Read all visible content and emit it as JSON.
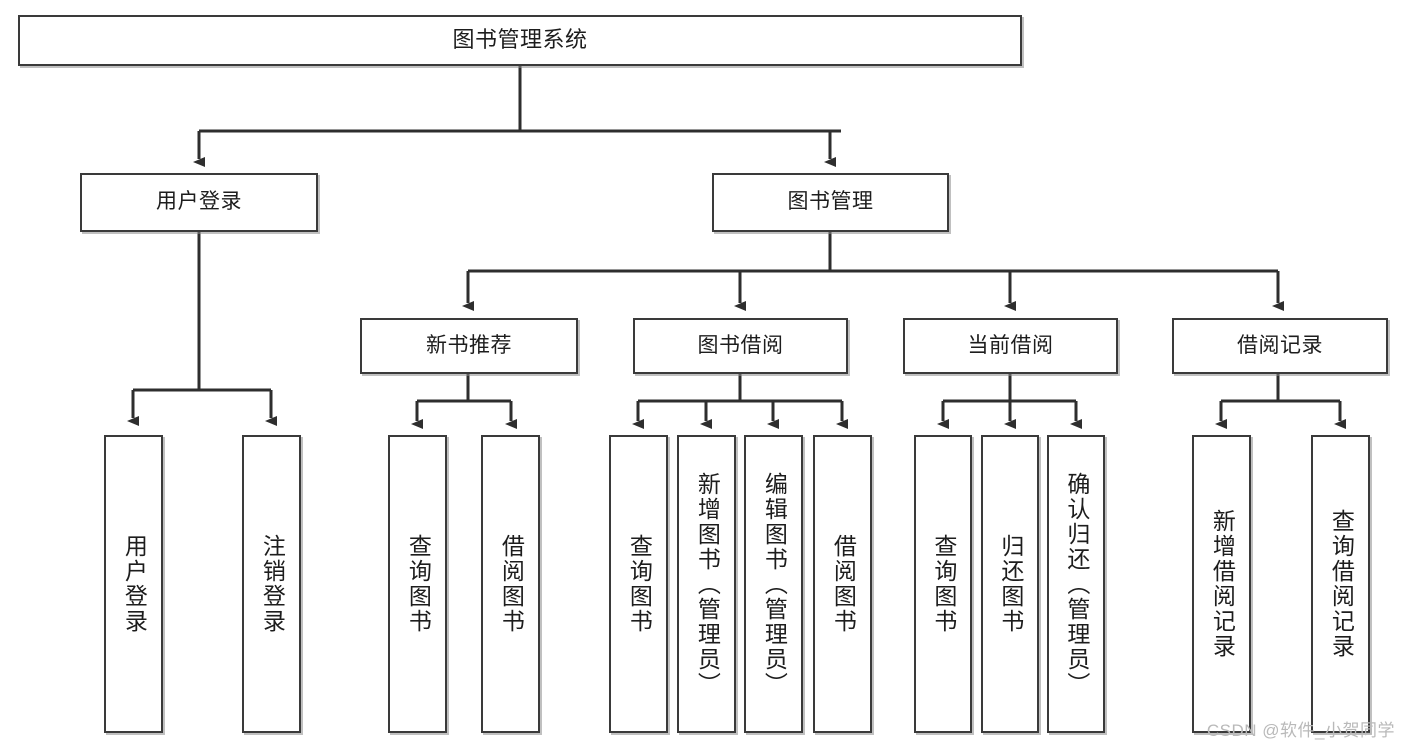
{
  "diagram": {
    "title": "图书管理系统",
    "type": "tree-hierarchy-chart",
    "stroke_color": "#3a3a3a",
    "text_color": "#1d1d1d",
    "background_color": "#ffffff",
    "watermark": "CSDN @软件_小贺同学"
  },
  "nodes": {
    "root": {
      "label": "图书管理系统"
    },
    "level1": [
      {
        "label": "用户登录"
      },
      {
        "label": "图书管理"
      }
    ],
    "level2": [
      {
        "label": "新书推荐"
      },
      {
        "label": "图书借阅"
      },
      {
        "label": "当前借阅"
      },
      {
        "label": "借阅记录"
      }
    ],
    "leaves": {
      "user_login": [
        {
          "label": "用户登录"
        },
        {
          "label": "注销登录"
        }
      ],
      "new_book_recommend": [
        {
          "label": "查询图书"
        },
        {
          "label": "借阅图书"
        }
      ],
      "book_borrow": [
        {
          "label": "查询图书"
        },
        {
          "label": "新增图书（管理员）"
        },
        {
          "label": "编辑图书（管理员）"
        },
        {
          "label": "借阅图书"
        }
      ],
      "current_borrow": [
        {
          "label": "查询图书"
        },
        {
          "label": "归还图书"
        },
        {
          "label": "确认归还（管理员）"
        }
      ],
      "borrow_record": [
        {
          "label": "新增借阅记录"
        },
        {
          "label": "查询借阅记录"
        }
      ]
    }
  }
}
